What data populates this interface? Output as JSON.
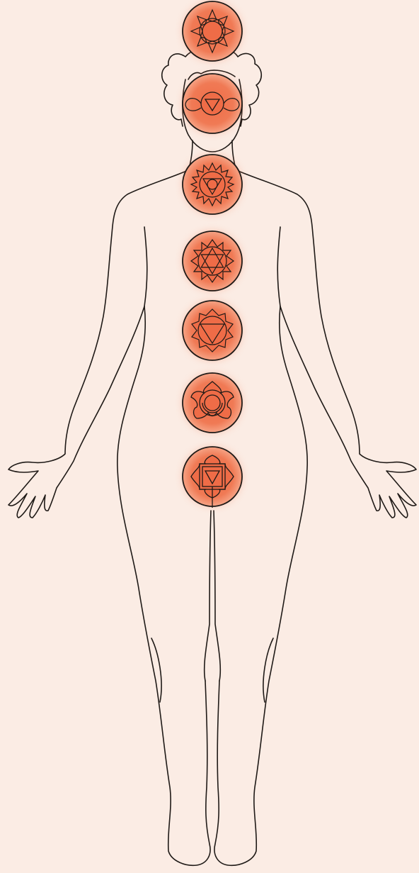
{
  "colors": {
    "background": "#fbece4",
    "outline": "#1f1a17",
    "chakra_fill": "#ef6c47",
    "chakra_glow": "#f58a68"
  },
  "figure": {
    "subject": "body-outline"
  },
  "chakras": [
    {
      "name": "crown",
      "symbol": "thousand-petal-lotus-icon"
    },
    {
      "name": "third-eye",
      "symbol": "two-petal-triangle-icon"
    },
    {
      "name": "throat",
      "symbol": "sixteen-petal-circle-icon"
    },
    {
      "name": "heart",
      "symbol": "twelve-petal-hexagram-icon"
    },
    {
      "name": "solar-plexus",
      "symbol": "ten-petal-triangle-icon"
    },
    {
      "name": "sacral",
      "symbol": "six-petal-crescent-icon"
    },
    {
      "name": "root",
      "symbol": "four-petal-square-icon"
    }
  ]
}
